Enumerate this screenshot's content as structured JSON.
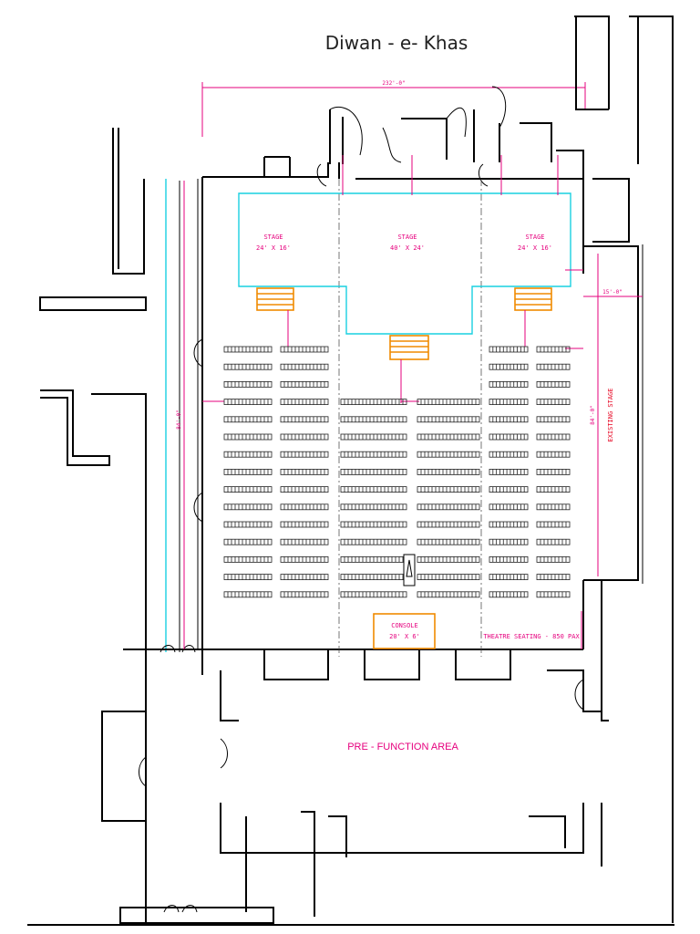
{
  "title": "Diwan - e- Khas",
  "stages": [
    {
      "name": "STAGE",
      "size": "24' X 16'"
    },
    {
      "name": "STAGE",
      "size": "40' X 24'"
    },
    {
      "name": "STAGE",
      "size": "24' X 16'"
    }
  ],
  "existing_stage": "EXISTING STAGE",
  "console": {
    "name": "CONSOLE",
    "size": "20' X 6'"
  },
  "seating_note": "THEATRE SEATING - 850 PAX",
  "pre_function": "PRE - FUNCTION AREA",
  "dimensions": {
    "top": "232'-0\"",
    "left": "84'-0\"",
    "existing_width": "15'-0\"",
    "existing_height": "84'-0\""
  },
  "colors": {
    "wall": "#000000",
    "stage_outline": "#19d0e0",
    "dimension": "#e6007e",
    "steps": "#f08a00",
    "existing_stage_text": "#e6001e"
  },
  "seating": {
    "rows": 15,
    "blocks": [
      "left-outer",
      "left-inner",
      "center-left",
      "center-right",
      "right-inner",
      "right-outer"
    ]
  }
}
